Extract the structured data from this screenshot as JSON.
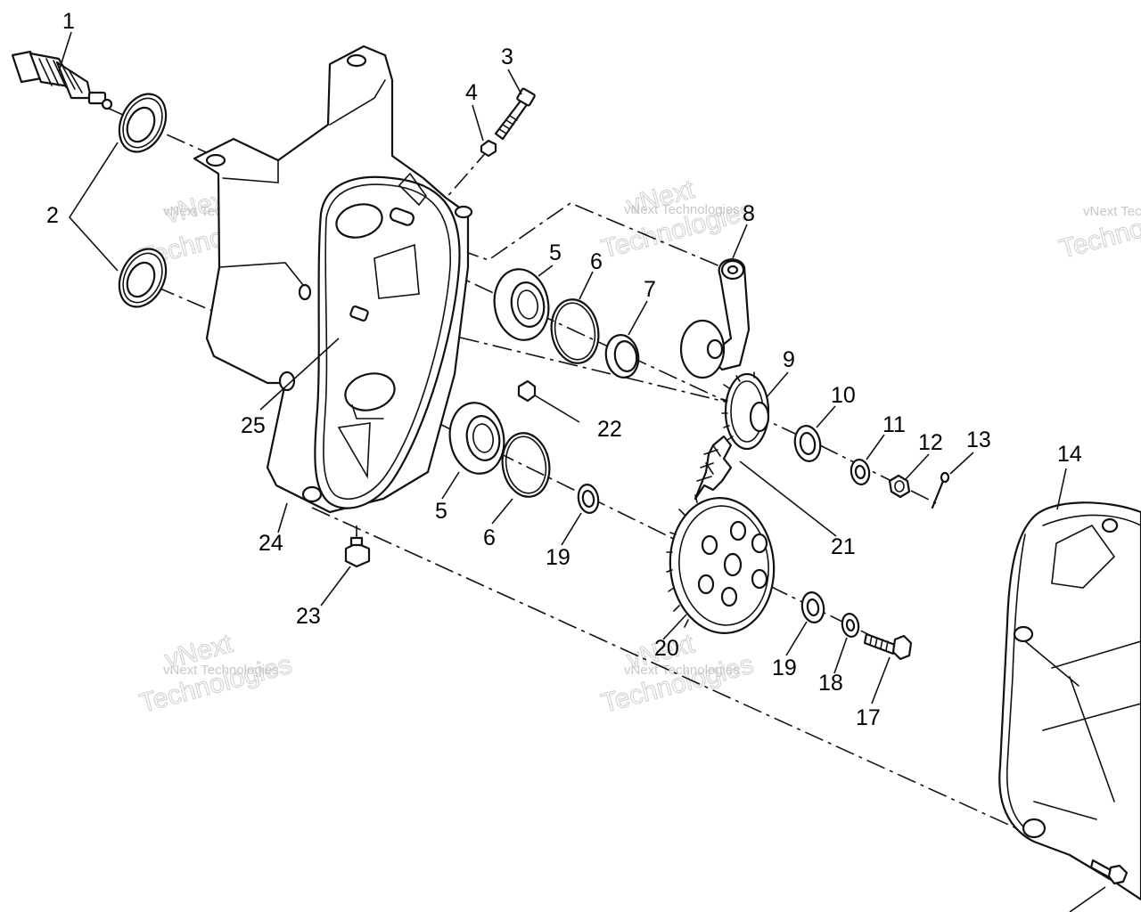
{
  "callouts": [
    "1",
    "2",
    "3",
    "4",
    "5",
    "6",
    "7",
    "8",
    "9",
    "10",
    "11",
    "12",
    "13",
    "14",
    "17",
    "18",
    "19",
    "20",
    "21",
    "22",
    "23",
    "24",
    "25"
  ],
  "callouts_repeat": {
    "n5": "5",
    "n6": "6",
    "n19": "19"
  },
  "watermark": {
    "company": "vNext Technologies",
    "word1": "vNext",
    "word2": "Technologies"
  }
}
